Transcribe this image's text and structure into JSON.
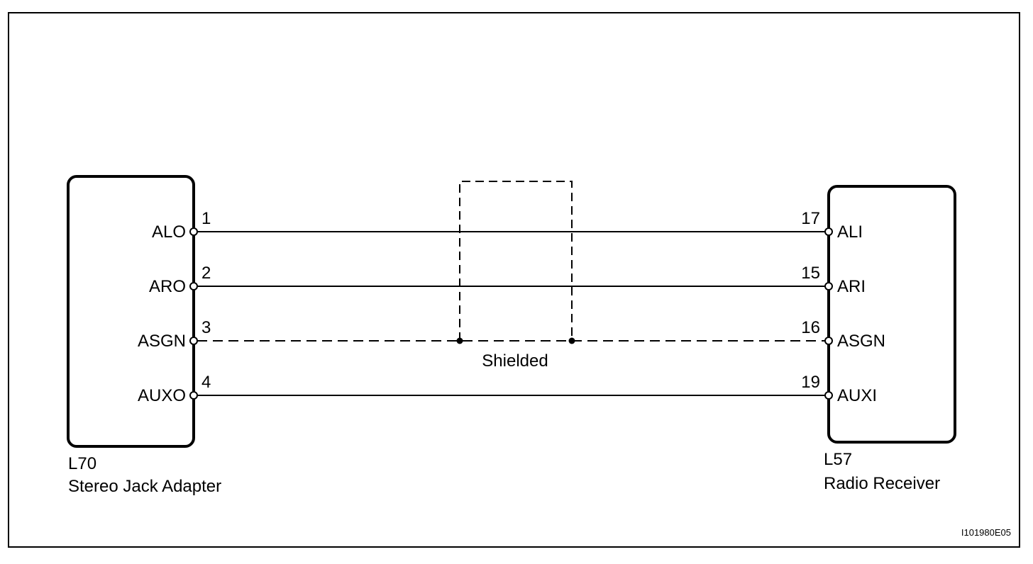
{
  "left_component": {
    "code": "L70",
    "name": "Stereo Jack Adapter",
    "pins": [
      {
        "number": "1",
        "signal": "ALO"
      },
      {
        "number": "2",
        "signal": "ARO"
      },
      {
        "number": "3",
        "signal": "ASGN"
      },
      {
        "number": "4",
        "signal": "AUXO"
      }
    ]
  },
  "right_component": {
    "code": "L57",
    "name": "Radio Receiver",
    "pins": [
      {
        "number": "17",
        "signal": "ALI"
      },
      {
        "number": "15",
        "signal": "ARI"
      },
      {
        "number": "16",
        "signal": "ASGN"
      },
      {
        "number": "19",
        "signal": "AUXI"
      }
    ]
  },
  "wires": [
    {
      "from": "ALO",
      "to": "ALI",
      "style": "solid"
    },
    {
      "from": "ARO",
      "to": "ARI",
      "style": "solid"
    },
    {
      "from": "ASGN",
      "to": "ASGN",
      "style": "dashed"
    },
    {
      "from": "AUXO",
      "to": "AUXI",
      "style": "solid"
    }
  ],
  "shield": {
    "label": "Shielded"
  },
  "figure_code": "I101980E05"
}
